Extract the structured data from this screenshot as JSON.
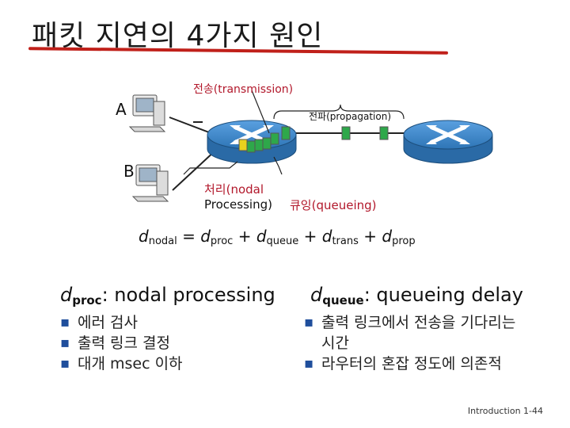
{
  "title": "패킷 지연의 4가지 원인",
  "labels": {
    "transmission": "전송(transmission)",
    "propagation": "전파(propagation)",
    "processing_line1": "처리(nodal",
    "processing_line2": "Processing)",
    "queueing": "큐잉(queueing)",
    "host_a": "A",
    "host_b": "B"
  },
  "formula": {
    "lhs_d": "d",
    "lhs_sub": "nodal",
    "eq": "=",
    "t1_d": "d",
    "t1_sub": "proc",
    "plus1": "+",
    "t2_d": "d",
    "t2_sub": "queue",
    "plus2": "+",
    "t3_d": "d",
    "t3_sub": "trans",
    "plus3": "+",
    "t4_d": "d",
    "t4_sub": "prop"
  },
  "left_col": {
    "head_d": "d",
    "head_sub": "proc",
    "head_text": ": nodal processing",
    "bullets": [
      "에러 검사",
      "출력 링크 결정",
      "대개 msec 이하"
    ]
  },
  "right_col": {
    "head_d": "d",
    "head_sub": "queue",
    "head_text": ": queueing delay",
    "bullets": [
      "출력 링크에서 전송을 기다리는 시간",
      "라우터의 혼잡 정도에 의존적"
    ]
  },
  "footer": "Introduction 1-44",
  "colors": {
    "accent_red": "#b2182b",
    "router_blue": "#2e75b6",
    "packet_green": "#2ea84a",
    "packet_yellow": "#e8d21e",
    "bullet_blue": "#1f4e9c"
  },
  "icons": [
    "computer-icon",
    "router-icon",
    "packet-icon"
  ]
}
